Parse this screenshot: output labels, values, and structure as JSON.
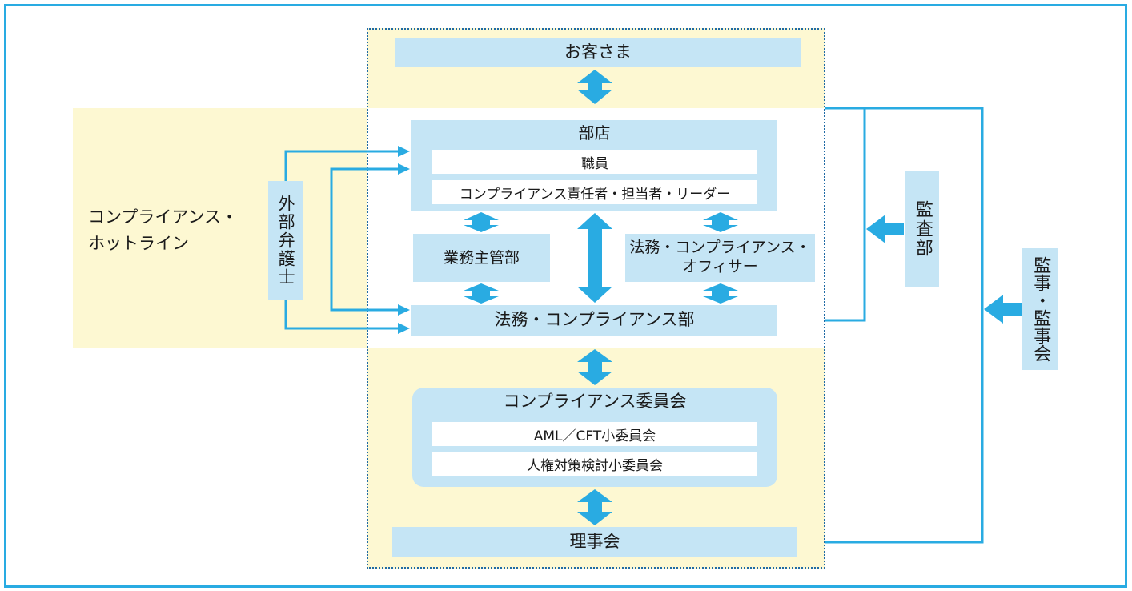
{
  "outside": {
    "hotline": "コンプライアンス・\nホットライン",
    "lawyer": "外部弁護士",
    "audit_dept": "監査部",
    "auditors": "監事・監事会"
  },
  "center": {
    "customer": "お客さま",
    "branch": {
      "title": "部店",
      "staff": "職員",
      "officer": "コンプライアンス責任者・担当者・リーダー"
    },
    "business_dept": "業務主管部",
    "compliance_officer": "法務・コンプライアンス・\nオフィサー",
    "compliance_dept": "法務・コンプライアンス部",
    "committee": {
      "title": "コンプライアンス委員会",
      "sub1": "AML／CFT小委員会",
      "sub2": "人権対策検討小委員会"
    },
    "board": "理事会"
  },
  "colors": {
    "accent": "#29abe2",
    "box": "#c5e5f5",
    "cream": "#fdf8d2"
  }
}
